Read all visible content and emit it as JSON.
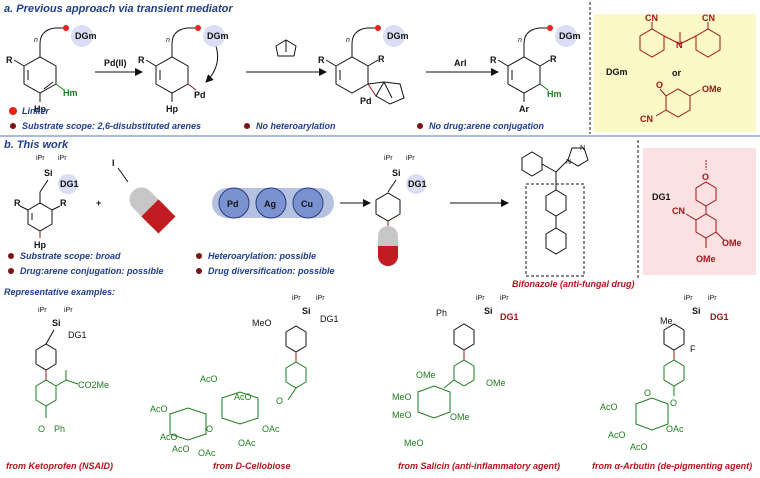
{
  "section_a": {
    "title": "a. Previous approach via transient mediator",
    "dg_label": "DGm",
    "n_label": "n",
    "r_label": "R",
    "hm_label": "Hm",
    "hp_label": "Hp",
    "pd_label": "Pd",
    "ar_label": "Ar",
    "reagent_pd": "Pd(II)",
    "reagent_ari": "ArI",
    "legend_linker": "Linker",
    "bullets": [
      "Substrate scope: 2,6-disubstituted arenes",
      "No heteroarylation",
      "No drug:arene conjugation"
    ],
    "box_dg": "DGm",
    "box_cn": "CN",
    "box_n": "N",
    "box_or": "or",
    "box_o": "O",
    "box_ome": "OMe"
  },
  "section_b": {
    "title": "b. This work",
    "si_label": "Si",
    "ipr_label": "iPr",
    "dg1_label": "DG1",
    "hp_label": "Hp",
    "i_label": "I",
    "plus": "+",
    "metals": [
      "Pd",
      "Ag",
      "Cu"
    ],
    "bullets_left": [
      "Substrate scope: broad",
      "Drug:arene conjugation: possible"
    ],
    "bullets_right": [
      "Heteroarylation: possible",
      "Drug diversification: possible"
    ],
    "bifonazole_label": "Bifonazole (anti-fungal drug)",
    "n_label": "N",
    "box_dg1": "DG1",
    "box_cn": "CN",
    "box_o": "O",
    "box_ome": "OMe",
    "examples_title": "Representative examples:",
    "examples": [
      "from Ketoprofen (NSAID)",
      "from D-Cellobiose",
      "from Salicin (anti-inflammatory agent)",
      "from α-Arbutin (de-pigmenting agent)"
    ],
    "ex_labels": {
      "co2me": "CO2Me",
      "ph": "Ph",
      "meo": "MeO",
      "aco": "AcO",
      "oac": "OAc",
      "o": "O",
      "ome": "OMe",
      "f": "F",
      "me": "Me"
    }
  },
  "colors": {
    "blue": "#1f3d8f",
    "red": "#b5121b",
    "green": "#1e7d1e",
    "yellow_box": "#fcf9c6",
    "pink_box": "#fbe1e1",
    "divider": "#8fa3d6"
  }
}
